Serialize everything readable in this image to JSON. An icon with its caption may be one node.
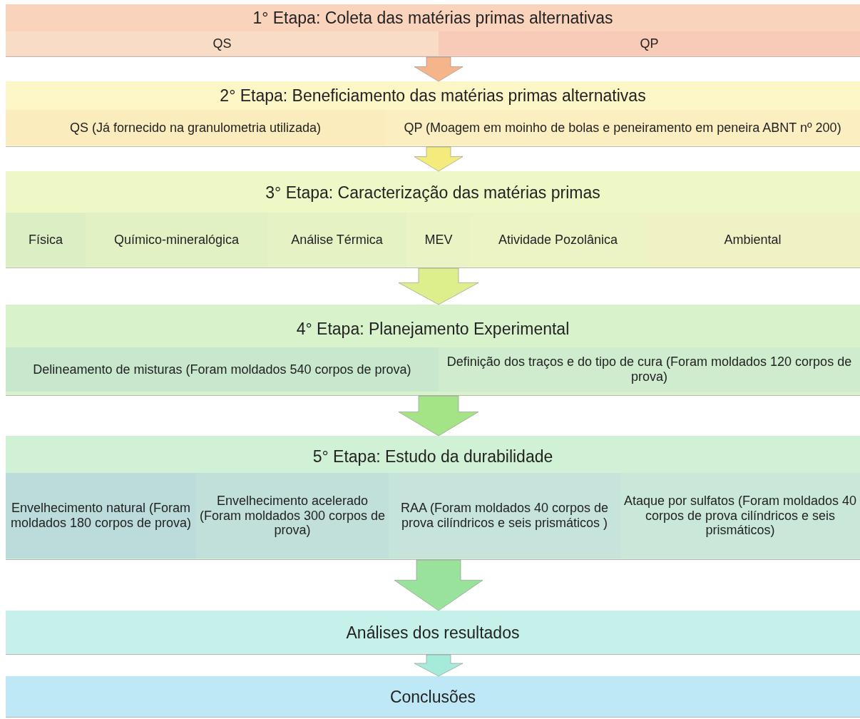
{
  "diagram": {
    "nodes": [
      {
        "text": [
          "1° Etapa: Coleta das matérias primas alternativas"
        ]
      },
      {
        "text": [
          "QS"
        ],
        "in": 0
      },
      {
        "text": [
          "QP"
        ],
        "in": 0
      },
      {
        "text": [
          "2° Etapa: Beneficiamento das matérias primas alternativas"
        ]
      },
      {
        "text": [
          "QS (Já fornecido na granulometria utilizada)"
        ],
        "in": 3
      },
      {
        "text": [
          "QP (Moagem em moinho de bolas e peneiramento em peneira ABNT nº 200)"
        ],
        "in": 3
      },
      {
        "text": [
          "3° Etapa: Caracterização das matérias primas"
        ]
      },
      {
        "text": [
          "Física"
        ],
        "in": 6
      },
      {
        "text": [
          "Químico-mineralógica"
        ],
        "in": 6
      },
      {
        "text": [
          "Análise Térmica"
        ],
        "in": 6
      },
      {
        "text": [
          "MEV"
        ],
        "in": 6
      },
      {
        "text": [
          "Atividade Pozolânica"
        ],
        "in": 6
      },
      {
        "text": [
          "Ambiental"
        ],
        "in": 6
      },
      {
        "text": [
          "4° Etapa: Planejamento Experimental"
        ]
      },
      {
        "text": [
          "Delineamento de misturas (Foram moldados 540 corpos de prova)"
        ],
        "in": 13
      },
      {
        "text": [
          "Definição dos traços e do tipo de cura (Foram moldados 120 corpos de prova)"
        ],
        "in": 13
      },
      {
        "text": [
          "5° Etapa: Estudo da durabilidade"
        ]
      },
      {
        "text": [
          "Envelhecimento natural (Foram moldados 180 corpos de prova)"
        ],
        "in": 16
      },
      {
        "text": [
          "Envelhecimento acelerado (Foram moldados 300 corpos de prova)"
        ],
        "in": 16
      },
      {
        "text": [
          "RAA (Foram moldados 40 corpos de prova cilíndricos e seis prismáticos )"
        ],
        "in": 16
      },
      {
        "text": [
          "Ataque por sulfatos (Foram moldados 40 corpos de prova cilíndricos e seis prismáticos)"
        ],
        "in": 16
      },
      {
        "text": [
          "Análises dos resultados"
        ]
      },
      {
        "text": [
          "Conclusões"
        ]
      }
    ],
    "edges": [
      {
        "from": 0,
        "to": 3,
        "arrow": "to",
        "color": "#f6b48a"
      },
      {
        "from": 3,
        "to": 6,
        "arrow": "to",
        "color": "#f3ec7c"
      },
      {
        "from": 6,
        "to": 13,
        "arrow": "to",
        "color": "#dcef8c"
      },
      {
        "from": 13,
        "to": 16,
        "arrow": "to",
        "color": "#a4e486"
      },
      {
        "from": 16,
        "to": 21,
        "arrow": "to",
        "color": "#98e29c"
      },
      {
        "from": 21,
        "to": 22,
        "arrow": "to",
        "color": "#a6ead9"
      }
    ]
  }
}
